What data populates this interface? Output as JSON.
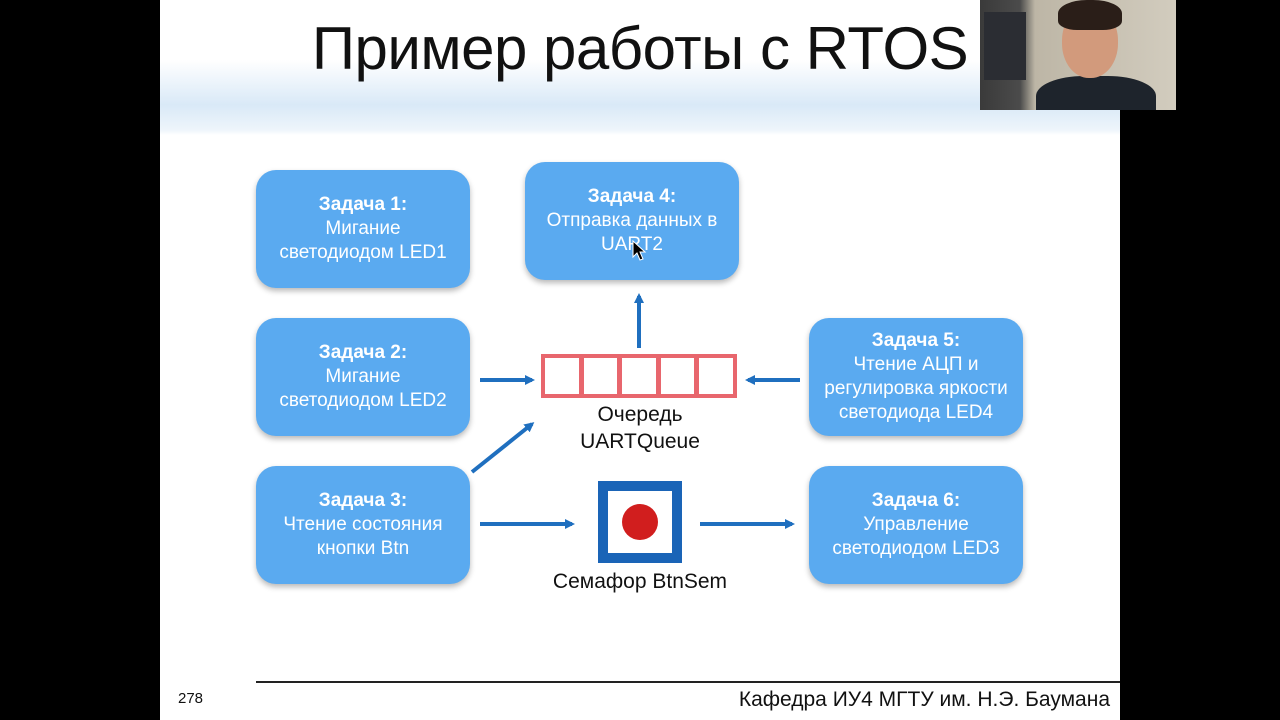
{
  "title": "Пример работы с RTOS",
  "tasks": [
    {
      "title": "Задача 1:",
      "line1": "Мигание",
      "line2": "светодиодом LED1",
      "line3": ""
    },
    {
      "title": "Задача 2:",
      "line1": "Мигание",
      "line2": "светодиодом LED2",
      "line3": ""
    },
    {
      "title": "Задача 3:",
      "line1": "Чтение состояния",
      "line2": "кнопки Btn",
      "line3": ""
    },
    {
      "title": "Задача 4:",
      "line1": "Отправка данных в",
      "line2": "UART2",
      "line3": ""
    },
    {
      "title": "Задача 5:",
      "line1": "Чтение АЦП и",
      "line2": "регулировка яркости",
      "line3": "светодиода LED4"
    },
    {
      "title": "Задача 6:",
      "line1": "Управление",
      "line2": "светодиодом LED3",
      "line3": ""
    }
  ],
  "queue": {
    "line1": "Очередь",
    "line2": "UARTQueue",
    "cells": 5,
    "color": "#e8666d"
  },
  "semaphore": {
    "label": "Семафор BtnSem",
    "frame_color": "#1a64b7",
    "dot_color": "#d11e1e"
  },
  "colors": {
    "task_box": "#5aaaf0",
    "arrow": "#1f6fbf"
  },
  "footer": {
    "page_number": "278",
    "text": "Кафедра ИУ4 МГТУ им. Н.Э. Баумана"
  },
  "icons": {
    "cursor": "mouse-pointer-icon"
  }
}
